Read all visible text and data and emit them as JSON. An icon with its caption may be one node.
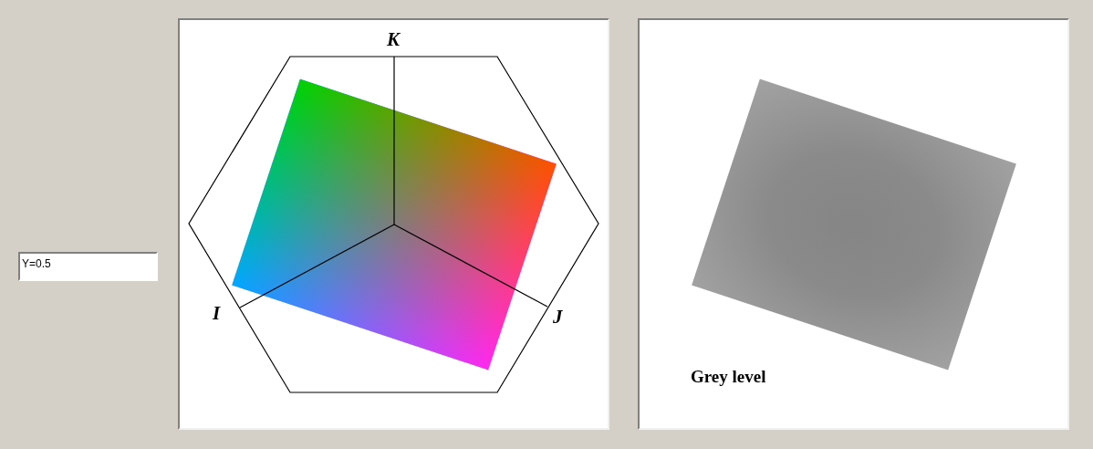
{
  "diagram": {
    "labels": [
      "Y=0.5",
      "K",
      "I",
      "J",
      "Grey level"
    ]
  }
}
